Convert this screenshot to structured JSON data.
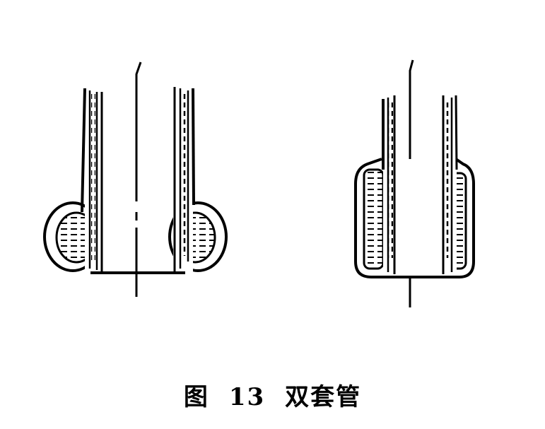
{
  "figure": {
    "label": "图",
    "number": "13",
    "title": "双套管"
  },
  "colors": {
    "ink": "#000000",
    "paper": "#ffffff"
  }
}
